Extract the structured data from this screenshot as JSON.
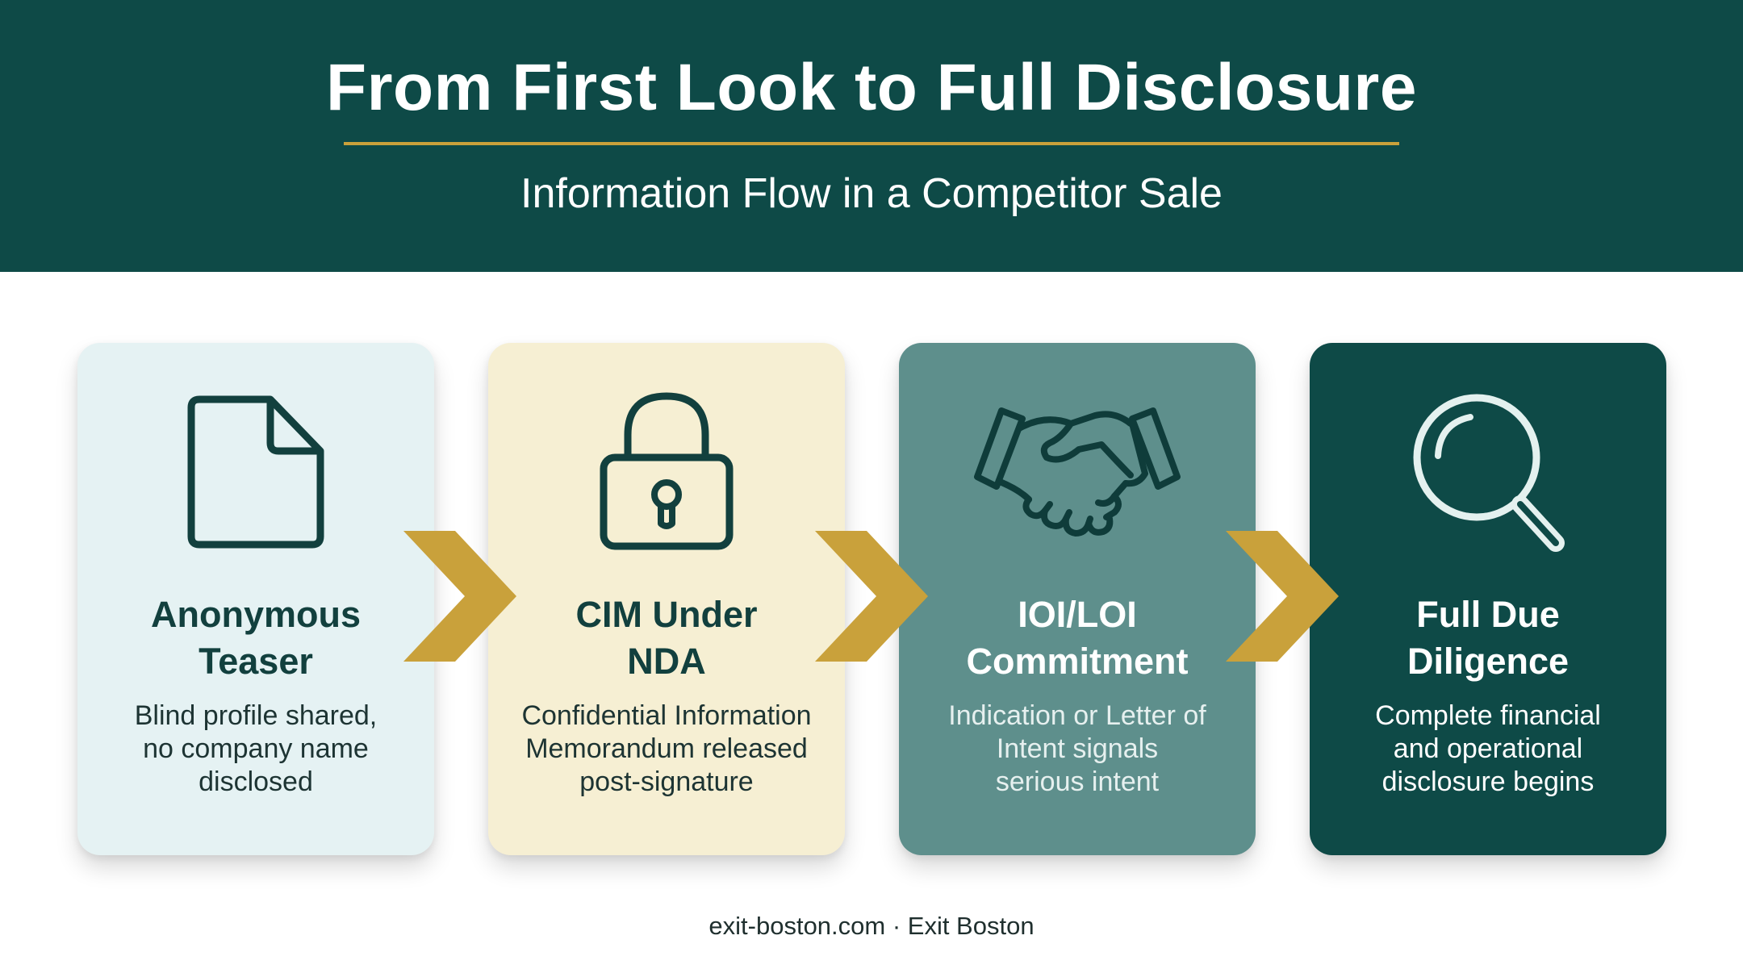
{
  "header": {
    "title": "From First Look to Full Disclosure",
    "subtitle": "Information Flow in a Competitor Sale"
  },
  "steps": [
    {
      "icon": "document-icon",
      "title_line1": "Anonymous",
      "title_line2": "Teaser",
      "desc_line1": "Blind profile shared,",
      "desc_line2": "no company name",
      "desc_line3": "disclosed"
    },
    {
      "icon": "padlock-icon",
      "title_line1": "CIM Under",
      "title_line2": "NDA",
      "desc_line1": "Confidential Information",
      "desc_line2": "Memorandum released",
      "desc_line3": "post-signature"
    },
    {
      "icon": "handshake-icon",
      "title_line1": "IOI/LOI",
      "title_line2": "Commitment",
      "desc_line1": "Indication or Letter of",
      "desc_line2": "Intent signals",
      "desc_line3": "serious intent"
    },
    {
      "icon": "magnifying-glass-icon",
      "title_line1": "Full Due",
      "title_line2": "Diligence",
      "desc_line1": "Complete financial",
      "desc_line2": "and operational",
      "desc_line3": "disclosure begins"
    }
  ],
  "footer": {
    "text": "exit-boston.com · Exit Boston"
  },
  "colors": {
    "header_bg": "#0e4a47",
    "accent_gold": "#c9a13b",
    "card1_bg": "#e5f2f3",
    "card2_bg": "#f6efd3",
    "card3_bg": "#5e8f8c",
    "card4_bg": "#0e4a47"
  }
}
